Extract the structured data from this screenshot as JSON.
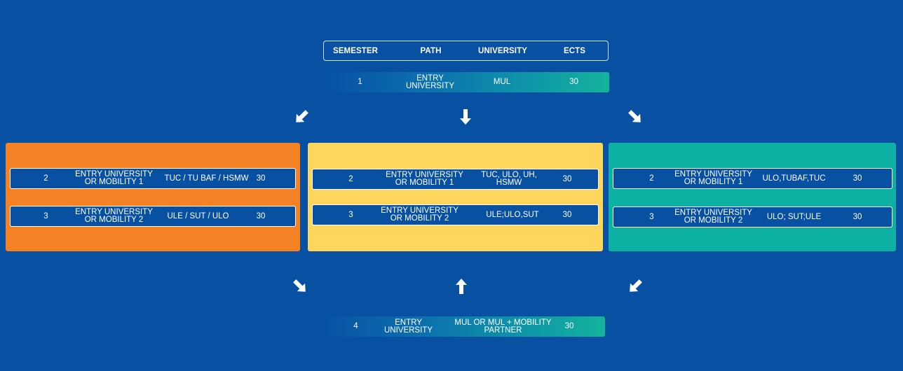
{
  "header": {
    "semester": "SEMESTER",
    "path": "PATH",
    "university": "UNIVERSITY",
    "ects": "ECTS"
  },
  "top_row": {
    "semester": "1",
    "path_line1": "ENTRY",
    "path_line2": "UNIVERSITY",
    "university": "MUL",
    "ects": "30"
  },
  "panels": [
    {
      "color": "#f48124",
      "rows": [
        {
          "semester": "2",
          "path_line1": "ENTRY UNIVERSITY",
          "path_line2": "OR MOBILITY 1",
          "university_line1": "TUC / TU BAF / HSMW",
          "university_line2": "",
          "ects": "30"
        },
        {
          "semester": "3",
          "path_line1": "ENTRY UNIVERSITY",
          "path_line2": "OR MOBILITY 2",
          "university_line1": "ULE /  SUT / ULO",
          "university_line2": "",
          "ects": "30"
        }
      ]
    },
    {
      "color": "#ffd65c",
      "rows": [
        {
          "semester": "2",
          "path_line1": "ENTRY UNIVERSITY",
          "path_line2": "OR MOBILITY 1",
          "university_line1": "TUC, ULO, UH,",
          "university_line2": "HSMW",
          "ects": "30"
        },
        {
          "semester": "3",
          "path_line1": "ENTRY UNIVERSITY",
          "path_line2": "OR MOBILITY 2",
          "university_line1": "ULE;ULO,SUT",
          "university_line2": "",
          "ects": "30"
        }
      ]
    },
    {
      "color": "#0db1a4",
      "rows": [
        {
          "semester": "2",
          "path_line1": "ENTRY UNIVERSITY",
          "path_line2": "OR MOBILITY 1",
          "university_line1": "ULO,TUBAF,TUC",
          "university_line2": "",
          "ects": "30"
        },
        {
          "semester": "3",
          "path_line1": "ENTRY UNIVERSITY",
          "path_line2": "OR MOBILITY 2",
          "university_line1": "ULO; SUT;ULE",
          "university_line2": "",
          "ects": "30"
        }
      ]
    }
  ],
  "bottom_row": {
    "semester": "4",
    "path_line1": "ENTRY",
    "path_line2": "UNIVERSITY",
    "university_line1": "MUL OR MUL + MOBILITY",
    "university_line2": "PARTNER",
    "ects": "30"
  },
  "arrows": [
    "arrow-down-left-icon",
    "arrow-down-icon",
    "arrow-down-right-icon",
    "arrow-down-right-icon",
    "arrow-up-icon",
    "arrow-down-left-icon"
  ],
  "colors": {
    "background": "#0850a2",
    "orange": "#f48124",
    "yellow": "#ffd65c",
    "teal": "#0db1a4"
  }
}
